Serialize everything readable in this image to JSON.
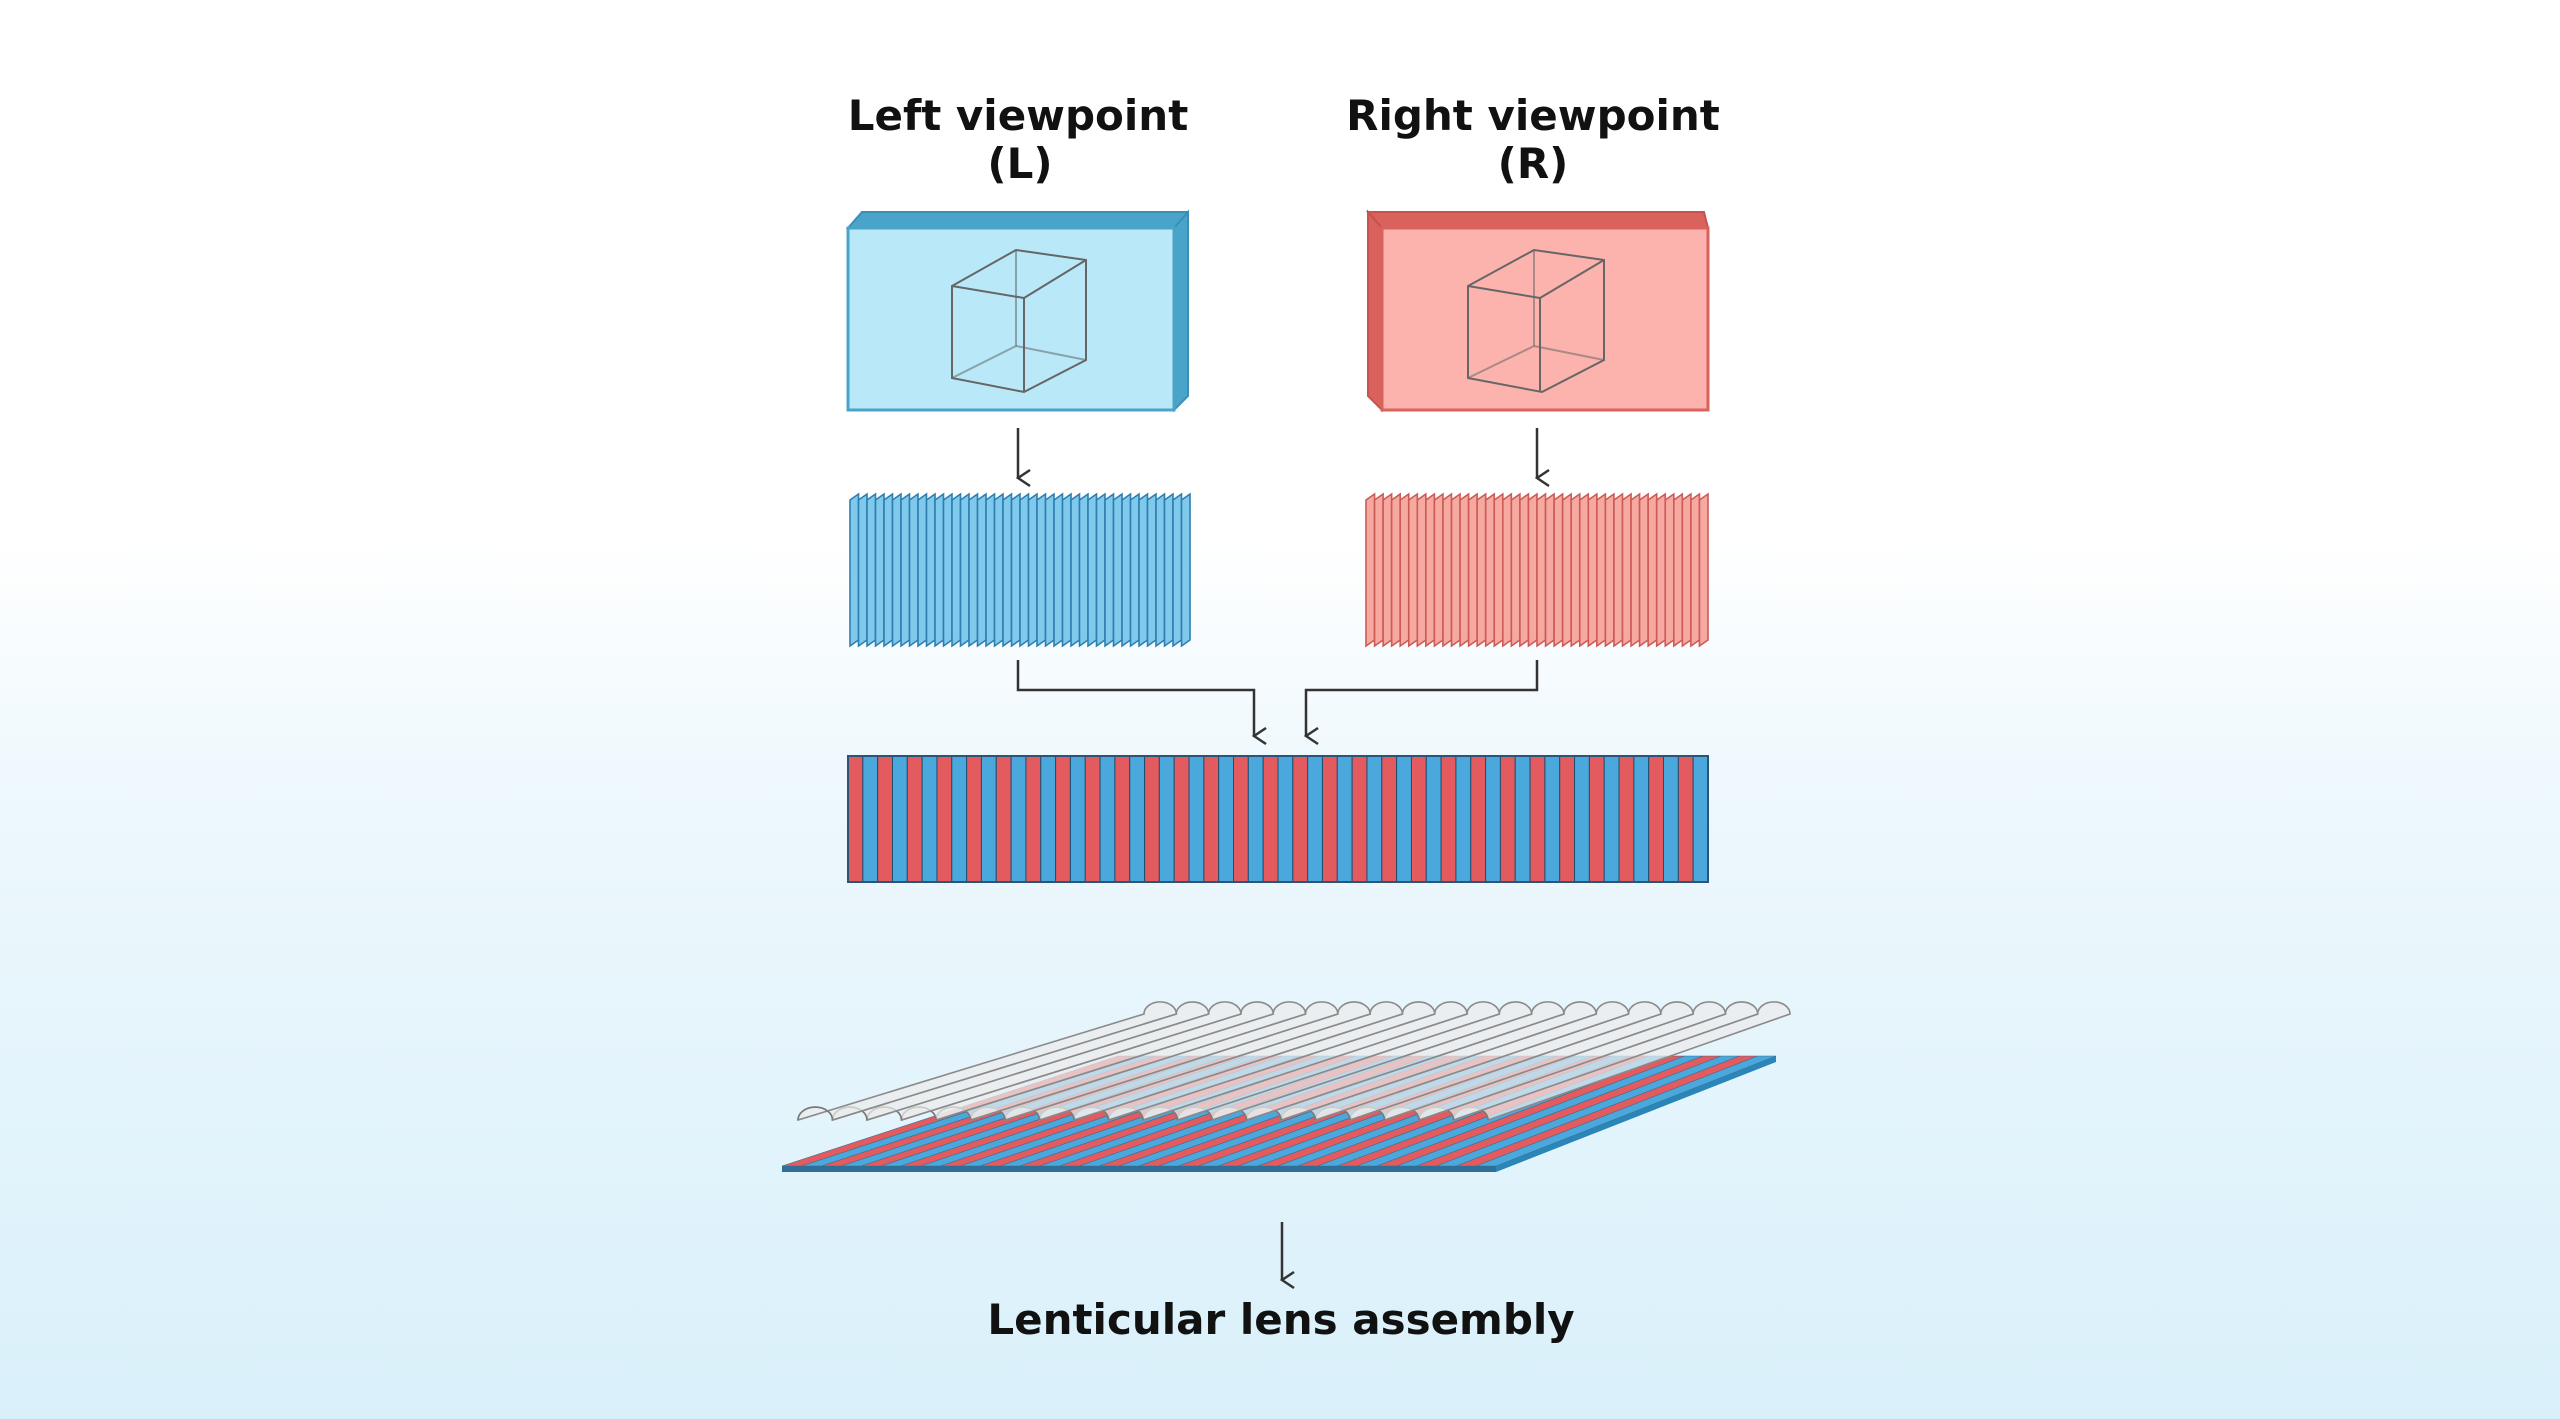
{
  "labels": {
    "left_line1": "Left viewpoint",
    "left_line2": "(L)",
    "right_line1": "Right viewpoint",
    "right_line2": "(R)",
    "bottom": "Lenticular lens assembly"
  },
  "colors": {
    "blue_fill": "#b9e9f9",
    "blue_dark": "#4aa3c9",
    "blue_strip": "#4ba8dd",
    "red_fill": "#fdb3ad",
    "red_dark": "#d9625d",
    "red_strip": "#e35a5f",
    "line": "#333333"
  },
  "panels": {
    "left_strips": 40,
    "right_strips": 40,
    "interleaved_stripes": 58,
    "lens_cylinders": 20
  }
}
